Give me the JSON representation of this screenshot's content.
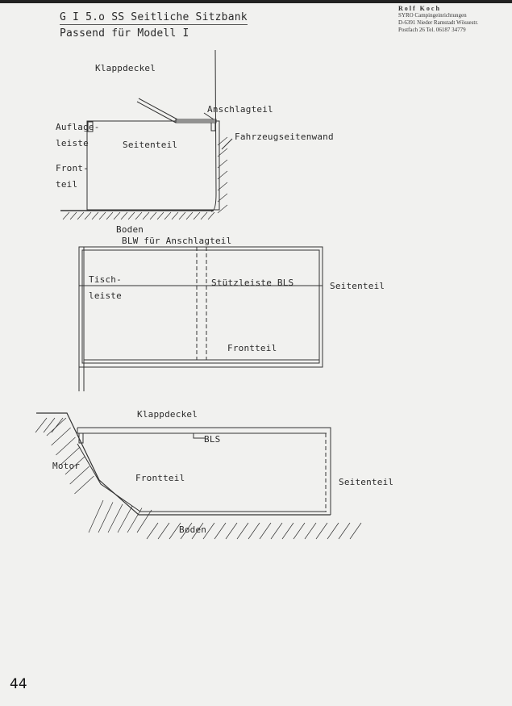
{
  "header": {
    "title": "G I 5.o SS Seitliche Sitzbank",
    "subtitle": "Passend für Modell I"
  },
  "stamp": {
    "lines": [
      "Rolf Koch",
      "SYRO Campingeinrichtungen",
      "D-6391 Nieder Ramstadt Wössestr.",
      "Postfach 26 Tel. 06187 34779"
    ]
  },
  "diagram1": {
    "klappdeckel": "Klappdeckel",
    "anschlagteil": "Anschlagteil",
    "auflage1": "Auflage-",
    "auflage2": "leiste",
    "seitenteil": "Seitenteil",
    "wand": "Fahrzeugseitenwand",
    "front1": "Front-",
    "front2": "teil",
    "boden": "Boden"
  },
  "diagram2": {
    "blw": "BLW für Anschlagteil",
    "tisch1": "Tisch-",
    "tisch2": "leiste",
    "stuetz": "Stützleiste BLS",
    "seitenteil": "Seitenteil",
    "frontteil": "Frontteil"
  },
  "diagram3": {
    "klappdeckel": "Klappdeckel",
    "bls": "BLS",
    "motor": "Motor",
    "frontteil": "Frontteil",
    "seitenteil": "Seitenteil",
    "boden": "Boden"
  },
  "page_number": "44"
}
